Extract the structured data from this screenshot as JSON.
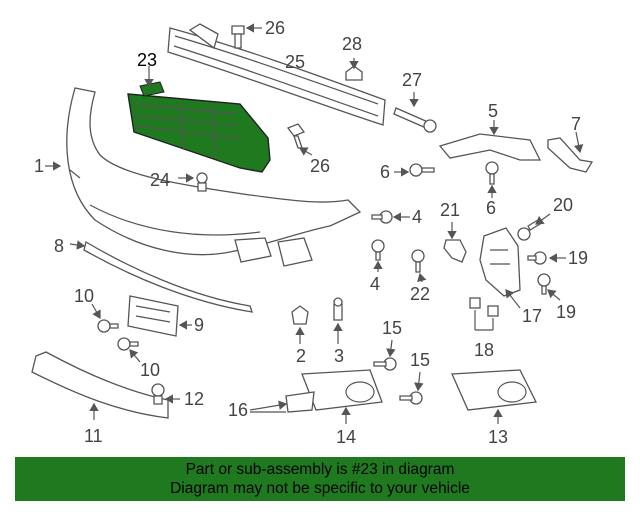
{
  "diagram": {
    "part_numbers": [
      "1",
      "2",
      "3",
      "4",
      "4",
      "5",
      "6",
      "6",
      "7",
      "8",
      "9",
      "10",
      "10",
      "11",
      "12",
      "13",
      "14",
      "15",
      "15",
      "16",
      "17",
      "18",
      "19",
      "19",
      "20",
      "21",
      "22",
      "23",
      "24",
      "25",
      "26",
      "26",
      "27",
      "28"
    ],
    "highlighted_part": "23",
    "highlight_color": "#1f7a1f"
  },
  "banner": {
    "line1": "Part or sub-assembly is #23 in diagram",
    "line2": "Diagram may not be specific to your vehicle",
    "background": "#1f7a1f"
  }
}
